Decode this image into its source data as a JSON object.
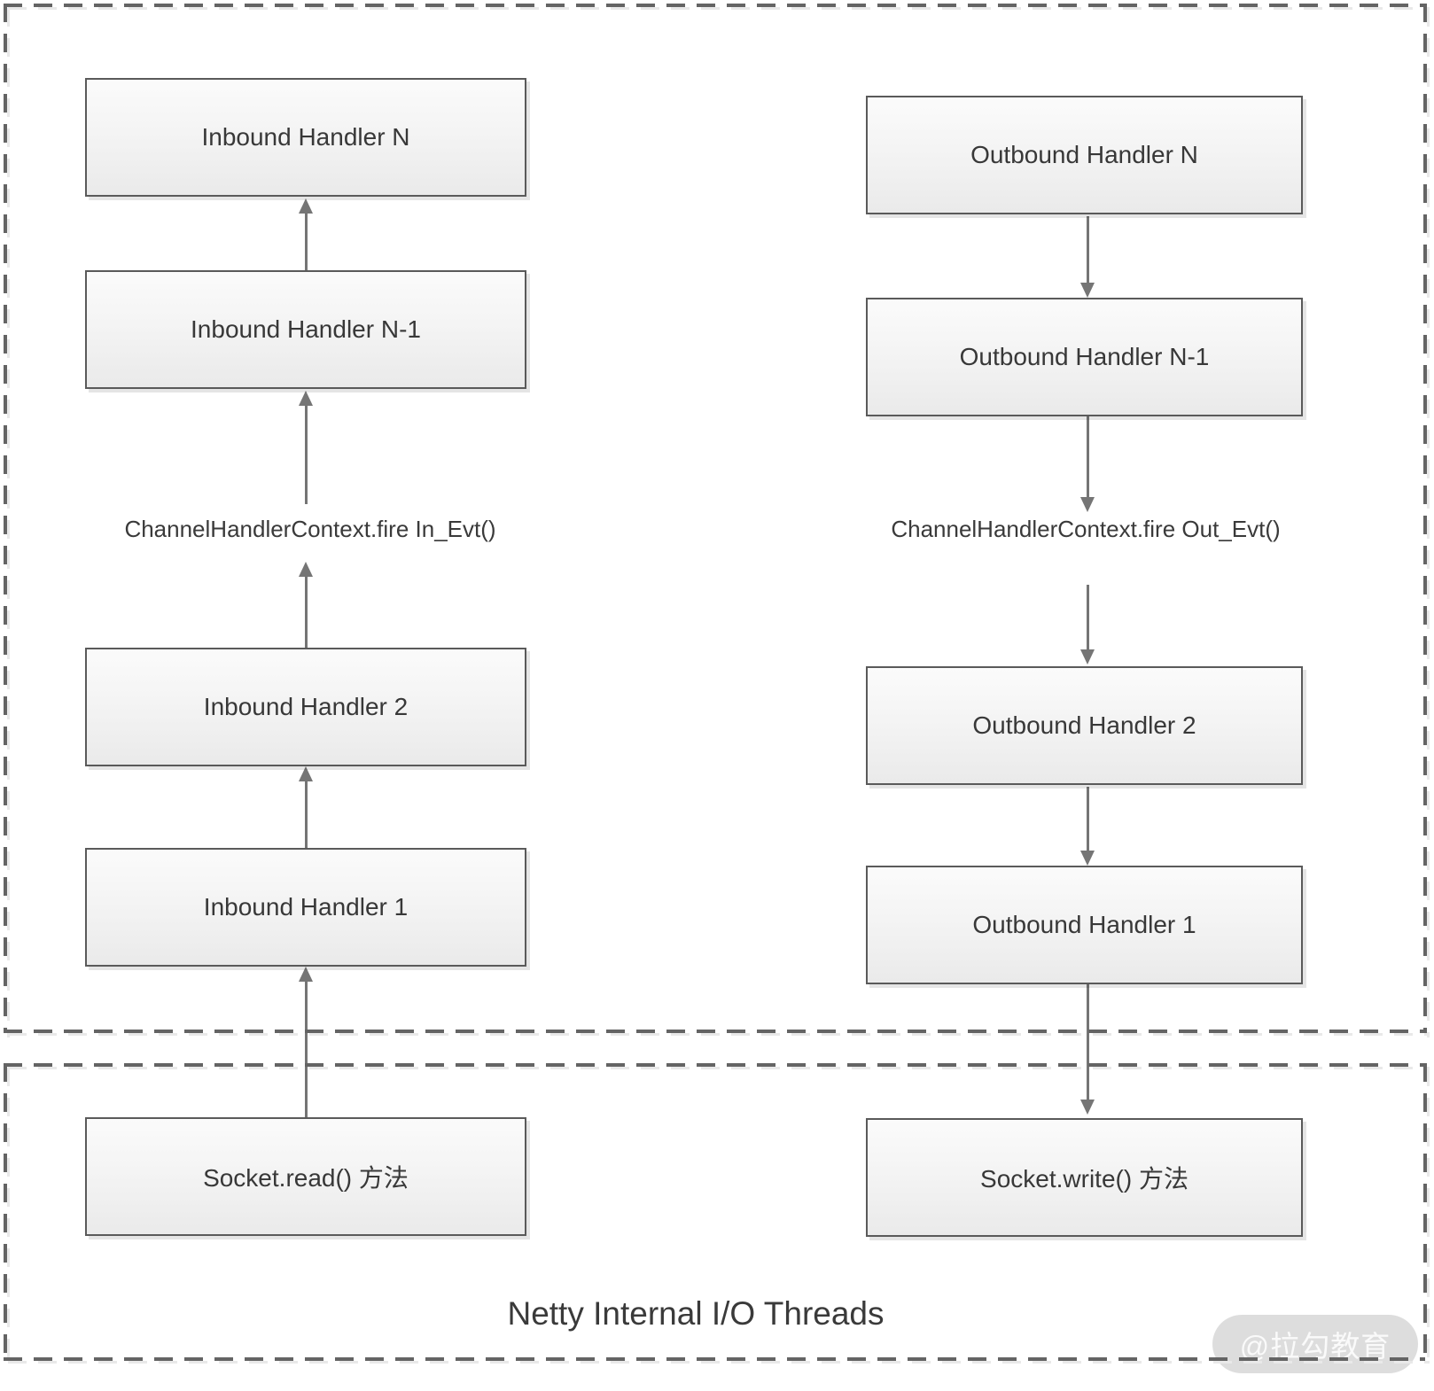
{
  "title": {
    "text": "Netty Internal I/O Threads"
  },
  "watermark": {
    "text": "@拉勾教育"
  },
  "inbound": {
    "handler_n": "Inbound Handler N",
    "handler_n1": "Inbound Handler N-1",
    "handler_2": "Inbound Handler 2",
    "handler_1": "Inbound Handler 1",
    "socket": "Socket.read() 方法",
    "fire_event": "ChannelHandlerContext.fire In_Evt()"
  },
  "outbound": {
    "handler_n": "Outbound Handler N",
    "handler_n1": "Outbound Handler N-1",
    "handler_2": "Outbound Handler 2",
    "handler_1": "Outbound Handler 1",
    "socket": "Socket.write() 方法",
    "fire_event": "ChannelHandlerContext.fire Out_Evt()"
  },
  "colors": {
    "box_border": "#5a5a5a",
    "box_fill_top": "#fbfbfb",
    "box_fill_bottom": "#eaeaea",
    "box_text": "#383838",
    "arrow": "#757575",
    "dashed_line": "#646464",
    "dashed_line_shadow": "#e9e9e9",
    "watermark_bg": "#dedede",
    "watermark_text": "#fafafa"
  }
}
